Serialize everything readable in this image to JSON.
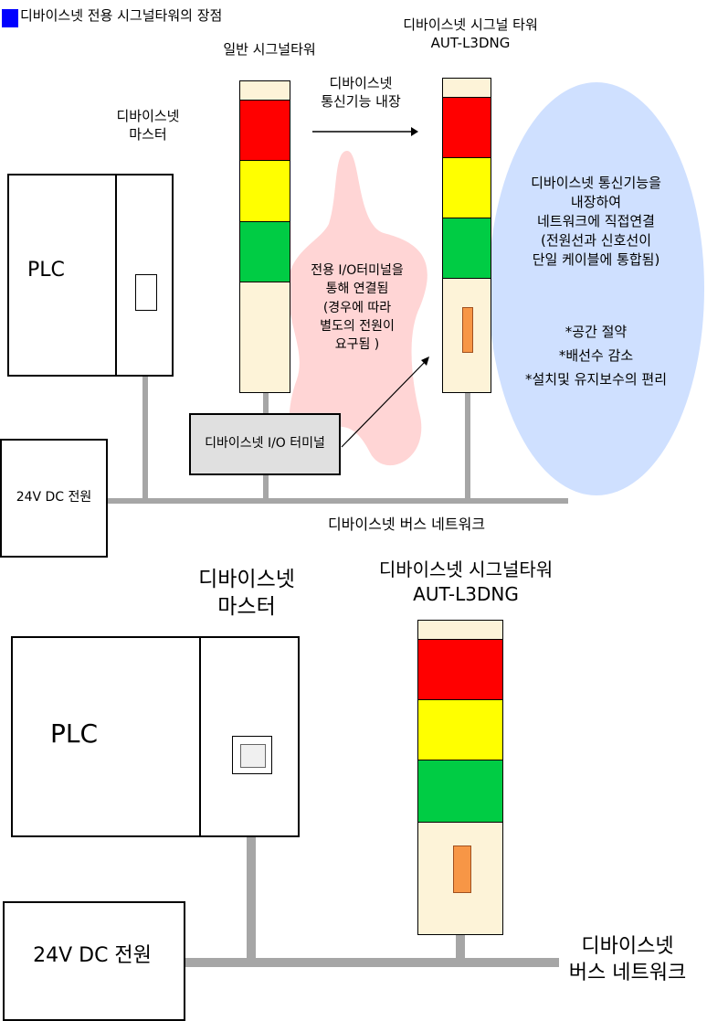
{
  "title": "디바이스넷 전용 시그널타워의 장점",
  "colors": {
    "title_square": "#0000ff",
    "wire": "#a6a6a6",
    "blob": "#ffd5d5",
    "ellipse": "#cfe0ff"
  },
  "top": {
    "normal_tower_label": "일반 시그널타워",
    "dnet_tower_label": "디바이스넷 시그널 타워\nAUT-L3DNG",
    "master_label": "디바이스넷\n마스터",
    "plc_label": "PLC",
    "power_label": "24V DC 전원",
    "bus_label": "디바이스넷 버스 네트워크",
    "arrow_label": "디바이스넷\n통신기능 내장",
    "io_terminal_label": "디바이스넷 I/O 터미널",
    "blob_text": "전용 I/O터미널을\n통해 연결됨\n(경우에 따라\n별도의 전원이\n요구됨 )",
    "ellipse_text": "디바이스넷 통신기능을\n내장하여\n네트워크에 직접연결\n(전원선과 신호선이\n단일 케이블에 통합됨)",
    "benefits": [
      "*공간 절약",
      "*배선수 감소",
      "*설치및 유지보수의 편리"
    ]
  },
  "bottom": {
    "master_label": "디바이스넷\n마스터",
    "tower_label": "디바이스넷 시그널타워\nAUT-L3DNG",
    "plc_label": "PLC",
    "power_label": "24V DC 전원",
    "bus_label": "디바이스넷\n버스 네트워크"
  }
}
